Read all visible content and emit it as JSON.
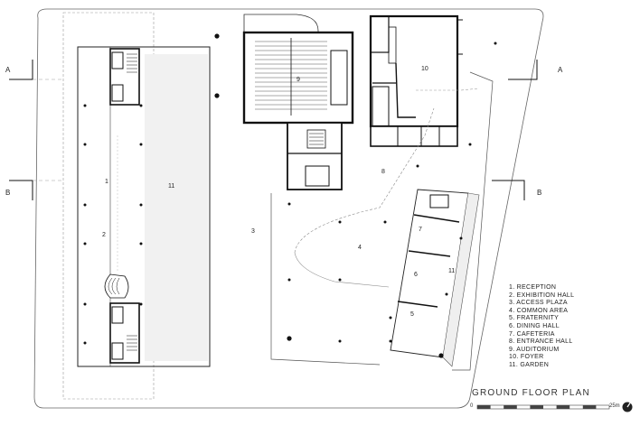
{
  "plan_title": "GROUND FLOOR PLAN",
  "section_markers": {
    "a_left": "A",
    "a_right": "A",
    "b_left": "B",
    "b_right": "B"
  },
  "room_numbers": {
    "r1": "1",
    "r2": "2",
    "r3": "3",
    "r4": "4",
    "r5": "5",
    "r6": "6",
    "r7": "7",
    "r8": "8",
    "r9": "9",
    "r10": "10",
    "r11a": "11",
    "r11b": "11"
  },
  "legend": [
    "1.  RECEPTION",
    "2.  EXHIBITION HALL",
    "3.  ACCESS PLAZA",
    "4.  COMMON AREA",
    "5.  FRATERNITY",
    "6.  DINING HALL",
    "7.  CAFETERIA",
    "8.  ENTRANCE HALL",
    "9.  AUDITORIUM",
    "10.  FOYER",
    "11.  GARDEN"
  ],
  "scale_bar": {
    "start_label": "0",
    "end_label": "25m"
  },
  "north_icon": "north-arrow-icon"
}
